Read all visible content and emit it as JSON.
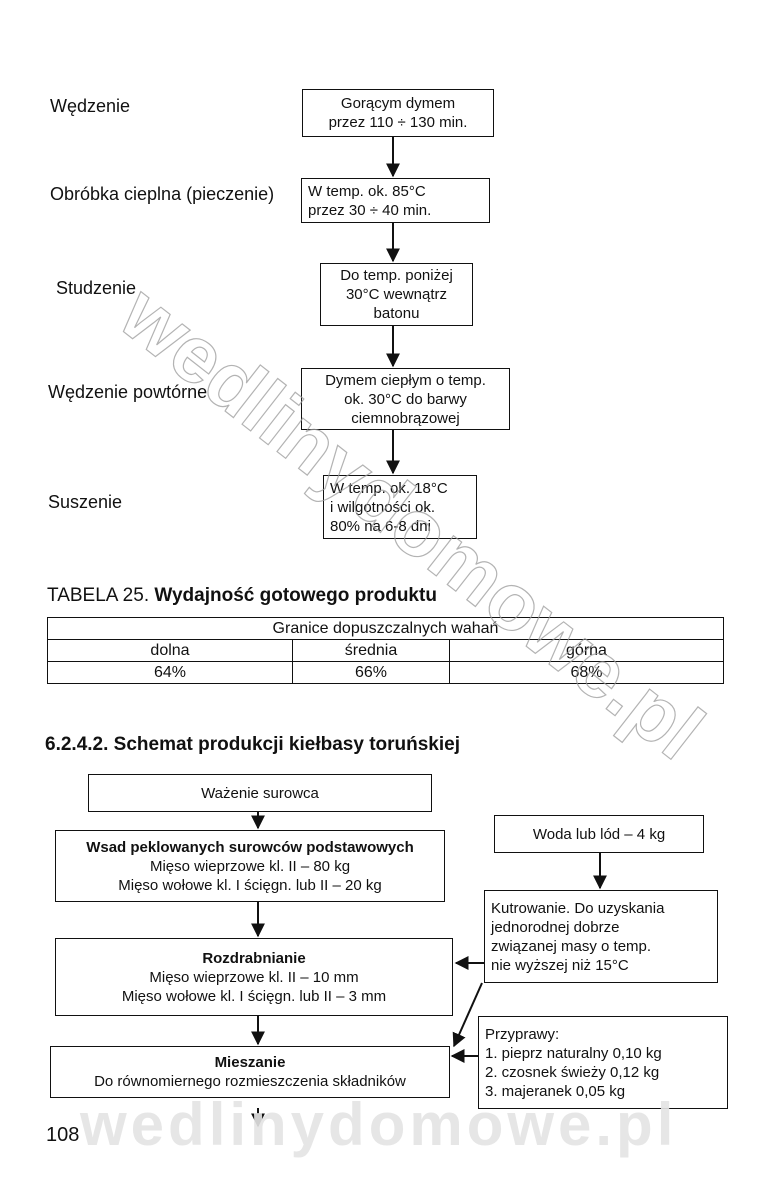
{
  "flow1": {
    "steps": [
      {
        "label": "Wędzenie",
        "lines": [
          "Gorącym dymem",
          "przez 110 ÷ 130 min."
        ]
      },
      {
        "label": "Obróbka cieplna (pieczenie)",
        "lines": [
          "W temp. ok. 85°C",
          "przez 30 ÷ 40 min."
        ]
      },
      {
        "label": "Studzenie",
        "lines": [
          "Do temp. poniżej",
          "30°C wewnątrz",
          "batonu"
        ]
      },
      {
        "label": "Wędzenie powtórne",
        "lines": [
          "Dymem ciepłym o temp.",
          "ok. 30°C do barwy",
          "ciemnobrązowej"
        ]
      },
      {
        "label": "Suszenie",
        "lines": [
          "W temp. ok. 18°C",
          "i wilgotności ok.",
          "80% na 6-8 dni"
        ]
      }
    ]
  },
  "table": {
    "caption_prefix": "TABELA 25.",
    "caption_bold": "Wydajność gotowego produktu",
    "header": "Granice dopuszczalnych wahań",
    "columns": [
      "dolna",
      "średnia",
      "górna"
    ],
    "values": [
      "64%",
      "66%",
      "68%"
    ]
  },
  "section": {
    "heading": "6.2.4.2. Schemat produkcji kiełbasy toruńskiej"
  },
  "flow2": {
    "weighing": "Ważenie surowca",
    "batch": {
      "title": "Wsad peklowanych surowców podstawowych",
      "lines": [
        "Mięso wieprzowe kl. II – 80 kg",
        "Mięso wołowe kl. I ścięgn. lub II – 20 kg"
      ]
    },
    "grinding": {
      "title": "Rozdrabnianie",
      "lines": [
        "Mięso wieprzowe kl. II – 10 mm",
        "Mięso wołowe kl. I ścięgn. lub II – 3 mm"
      ]
    },
    "mixing": {
      "title": "Mieszanie",
      "lines": [
        "Do równomiernego rozmieszczenia składników"
      ]
    },
    "water": "Woda lub lód – 4 kg",
    "cutter": [
      "Kutrowanie. Do uzyskania",
      "jednorodnej dobrze",
      "związanej masy o temp.",
      "nie wyższej niż 15°C"
    ],
    "spices": [
      "Przyprawy:",
      "1. pieprz naturalny 0,10 kg",
      "2. czosnek świeży 0,12 kg",
      "3. majeranek 0,05 kg"
    ]
  },
  "page_number": "108",
  "watermark": "wedlinydomowe.pl"
}
